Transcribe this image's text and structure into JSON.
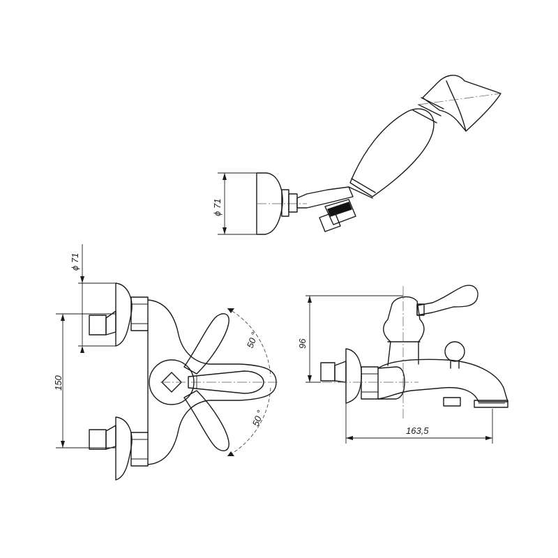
{
  "dimensions": {
    "hand_shower_diameter": "ϕ 71",
    "flange_diameter": "ϕ 71",
    "inlet_spacing": "150",
    "height": "96",
    "projection": "163,5",
    "rotation_upper": "50 °",
    "rotation_lower": "50 °"
  },
  "colors": {
    "line": "#1a1a1a",
    "background": "#ffffff"
  }
}
